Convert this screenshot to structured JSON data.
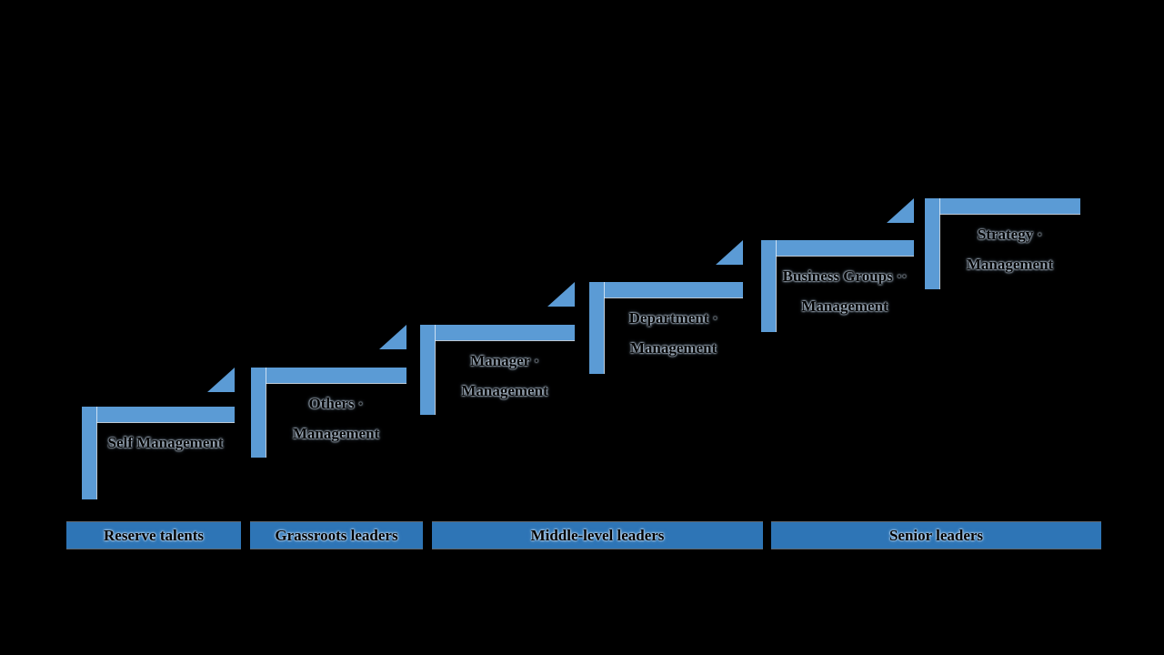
{
  "diagram": {
    "background_color": "#000000",
    "colors": {
      "step_fill": "#5B9BD5",
      "level_fill": "#2E75B6",
      "text": "#000000",
      "halo": "#D8E7F7"
    },
    "steps": [
      {
        "id": "self-management",
        "lines": [
          "Self Management"
        ]
      },
      {
        "id": "others-management",
        "lines": [
          "Others ·",
          "Management"
        ]
      },
      {
        "id": "manager-management",
        "lines": [
          "Manager ·",
          "Management"
        ]
      },
      {
        "id": "department-management",
        "lines": [
          "Department ·",
          "Management"
        ]
      },
      {
        "id": "business-groups-management",
        "lines": [
          "Business Groups ··",
          "Management"
        ]
      },
      {
        "id": "strategy-management",
        "lines": [
          "Strategy ·",
          "Management"
        ]
      }
    ],
    "levels": [
      {
        "id": "reserve-talents",
        "label": "Reserve talents"
      },
      {
        "id": "grassroots-leaders",
        "label": "Grassroots leaders"
      },
      {
        "id": "middle-level-leaders",
        "label": "Middle-level leaders"
      },
      {
        "id": "senior-leaders",
        "label": "Senior leaders"
      }
    ]
  }
}
